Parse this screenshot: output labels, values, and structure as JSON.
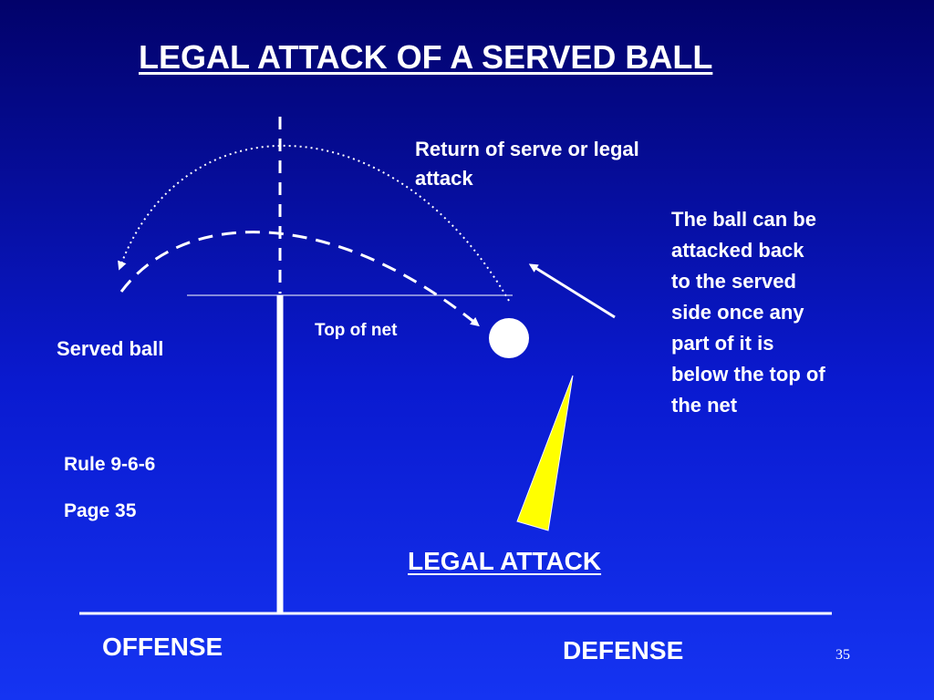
{
  "slide": {
    "title": "LEGAL ATTACK OF A SERVED BALL",
    "slide_number": "35"
  },
  "labels": {
    "return_of_serve": "Return of serve or legal attack",
    "ball_note": "The ball can be attacked back to the served side once any part of it is below the top of the net",
    "top_of_net": "Top of net",
    "served_ball": "Served ball",
    "rule": "Rule 9-6-6",
    "page_ref": "Page  35",
    "legal_attack": "LEGAL ATTACK",
    "offense": "OFFENSE",
    "defense": "DEFENSE"
  },
  "colors": {
    "background_top": "#02026a",
    "background_bottom": "#1534f2",
    "text": "#ffffff",
    "marker": "#ffff00"
  }
}
